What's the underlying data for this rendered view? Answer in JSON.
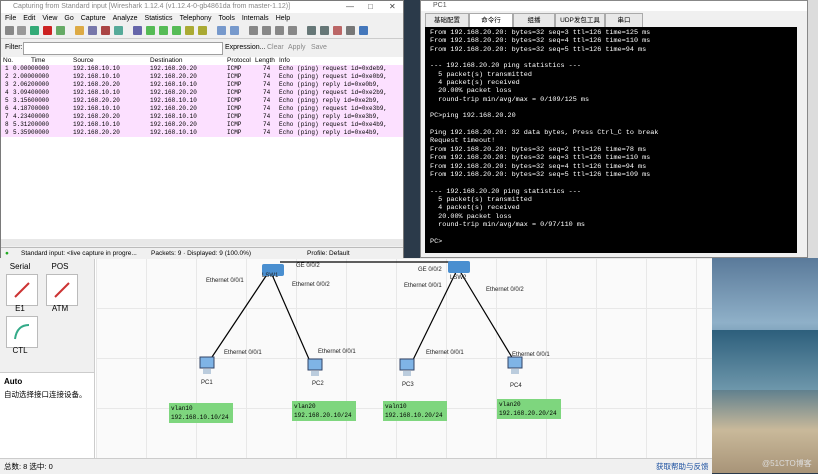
{
  "wireshark": {
    "title": "Capturing from Standard input   [Wireshark 1.12.4  (v1.12.4-0-gb4861da from master-1.12)]",
    "menu": [
      "File",
      "Edit",
      "View",
      "Go",
      "Capture",
      "Analyze",
      "Statistics",
      "Telephony",
      "Tools",
      "Internals",
      "Help"
    ],
    "filter_label": "Filter:",
    "filter_value": "",
    "filter_actions": [
      "Expression...",
      "Clear",
      "Apply",
      "Save"
    ],
    "columns": [
      "No.",
      "Time",
      "Source",
      "Destination",
      "Protocol",
      "Length",
      "Info"
    ],
    "packets": [
      {
        "no": "1",
        "time": "0.00000000",
        "src": "192.168.10.10",
        "dst": "192.168.20.20",
        "proto": "ICMP",
        "len": "74",
        "info": "Echo (ping) request  id=0xdeb9,"
      },
      {
        "no": "2",
        "time": "2.00000000",
        "src": "192.168.10.10",
        "dst": "192.168.20.20",
        "proto": "ICMP",
        "len": "74",
        "info": "Echo (ping) request  id=0xe0b9,"
      },
      {
        "no": "3",
        "time": "2.06200000",
        "src": "192.168.20.20",
        "dst": "192.168.10.10",
        "proto": "ICMP",
        "len": "74",
        "info": "Echo (ping) reply    id=0xe0b9,"
      },
      {
        "no": "4",
        "time": "3.09400000",
        "src": "192.168.10.10",
        "dst": "192.168.20.20",
        "proto": "ICMP",
        "len": "74",
        "info": "Echo (ping) request  id=0xe2b9,"
      },
      {
        "no": "5",
        "time": "3.15600000",
        "src": "192.168.20.20",
        "dst": "192.168.10.10",
        "proto": "ICMP",
        "len": "74",
        "info": "Echo (ping) reply    id=0xe2b9,"
      },
      {
        "no": "6",
        "time": "4.18700000",
        "src": "192.168.10.10",
        "dst": "192.168.20.20",
        "proto": "ICMP",
        "len": "74",
        "info": "Echo (ping) request  id=0xe3b9,"
      },
      {
        "no": "7",
        "time": "4.23400000",
        "src": "192.168.20.20",
        "dst": "192.168.10.10",
        "proto": "ICMP",
        "len": "74",
        "info": "Echo (ping) reply    id=0xe3b9,"
      },
      {
        "no": "8",
        "time": "5.31200000",
        "src": "192.168.10.10",
        "dst": "192.168.20.20",
        "proto": "ICMP",
        "len": "74",
        "info": "Echo (ping) request  id=0xe4b9,"
      },
      {
        "no": "9",
        "time": "5.35900000",
        "src": "192.168.20.20",
        "dst": "192.168.10.10",
        "proto": "ICMP",
        "len": "74",
        "info": "Echo (ping) reply    id=0xe4b9,"
      }
    ],
    "status_capture": "Standard input: <live capture in progre...",
    "status_packets": "Packets: 9 · Displayed: 9 (100.0%)",
    "status_profile": "Profile: Default"
  },
  "pc1": {
    "title": "PC1",
    "tabs": [
      "基础配置",
      "命令行",
      "组播",
      "UDP发包工具",
      "串口"
    ],
    "active_tab": "命令行",
    "terminal_lines": [
      "From 192.168.20.20: bytes=32 seq=3 ttl=126 time=125 ms",
      "From 192.168.20.20: bytes=32 seq=4 ttl=126 time=110 ms",
      "From 192.168.20.20: bytes=32 seq=5 ttl=126 time=94 ms",
      "",
      "--- 192.168.20.20 ping statistics ---",
      "  5 packet(s) transmitted",
      "  4 packet(s) received",
      "  20.00% packet loss",
      "  round-trip min/avg/max = 0/109/125 ms",
      "",
      "PC>ping 192.168.20.20",
      "",
      "Ping 192.168.20.20: 32 data bytes, Press Ctrl_C to break",
      "Request timeout!",
      "From 192.168.20.20: bytes=32 seq=2 ttl=126 time=78 ms",
      "From 192.168.20.20: bytes=32 seq=3 ttl=126 time=110 ms",
      "From 192.168.20.20: bytes=32 seq=4 ttl=126 time=94 ms",
      "From 192.168.20.20: bytes=32 seq=5 ttl=126 time=109 ms",
      "",
      "--- 192.168.20.20 ping statistics ---",
      "  5 packet(s) transmitted",
      "  4 packet(s) received",
      "  20.00% packet loss",
      "  round-trip min/avg/max = 0/97/110 ms",
      "",
      "PC>"
    ]
  },
  "ensp": {
    "tools": [
      "Serial",
      "POS",
      "E1",
      "ATM",
      "CTL"
    ],
    "auto_title": "Auto",
    "auto_desc": "自动选择接口连接设备。",
    "status": "总数: 8  选中: 0",
    "help_link": "获取帮助与反馈",
    "devices": {
      "lsw1": "LSW1",
      "lsw2": "LSW2",
      "pc1": "PC1",
      "pc2": "PC2",
      "pc3": "PC3",
      "pc4": "PC4"
    },
    "ports": {
      "lsw1_g02": "GE 0/0/2",
      "lsw2_g02": "GE 0/0/2",
      "e001": "Ethernet 0/0/1",
      "e002": "Ethernet 0/0/2"
    },
    "vlan_labels": [
      {
        "vlan": "vlan10",
        "ip": "192.168.10.10/24"
      },
      {
        "vlan": "vlan20",
        "ip": "192.168.20.10/24"
      },
      {
        "vlan": "valn10",
        "ip": "192.168.10.20/24"
      },
      {
        "vlan": "vlan20",
        "ip": "192.168.20.20/24"
      }
    ]
  },
  "watermark": "@51CTO博客"
}
